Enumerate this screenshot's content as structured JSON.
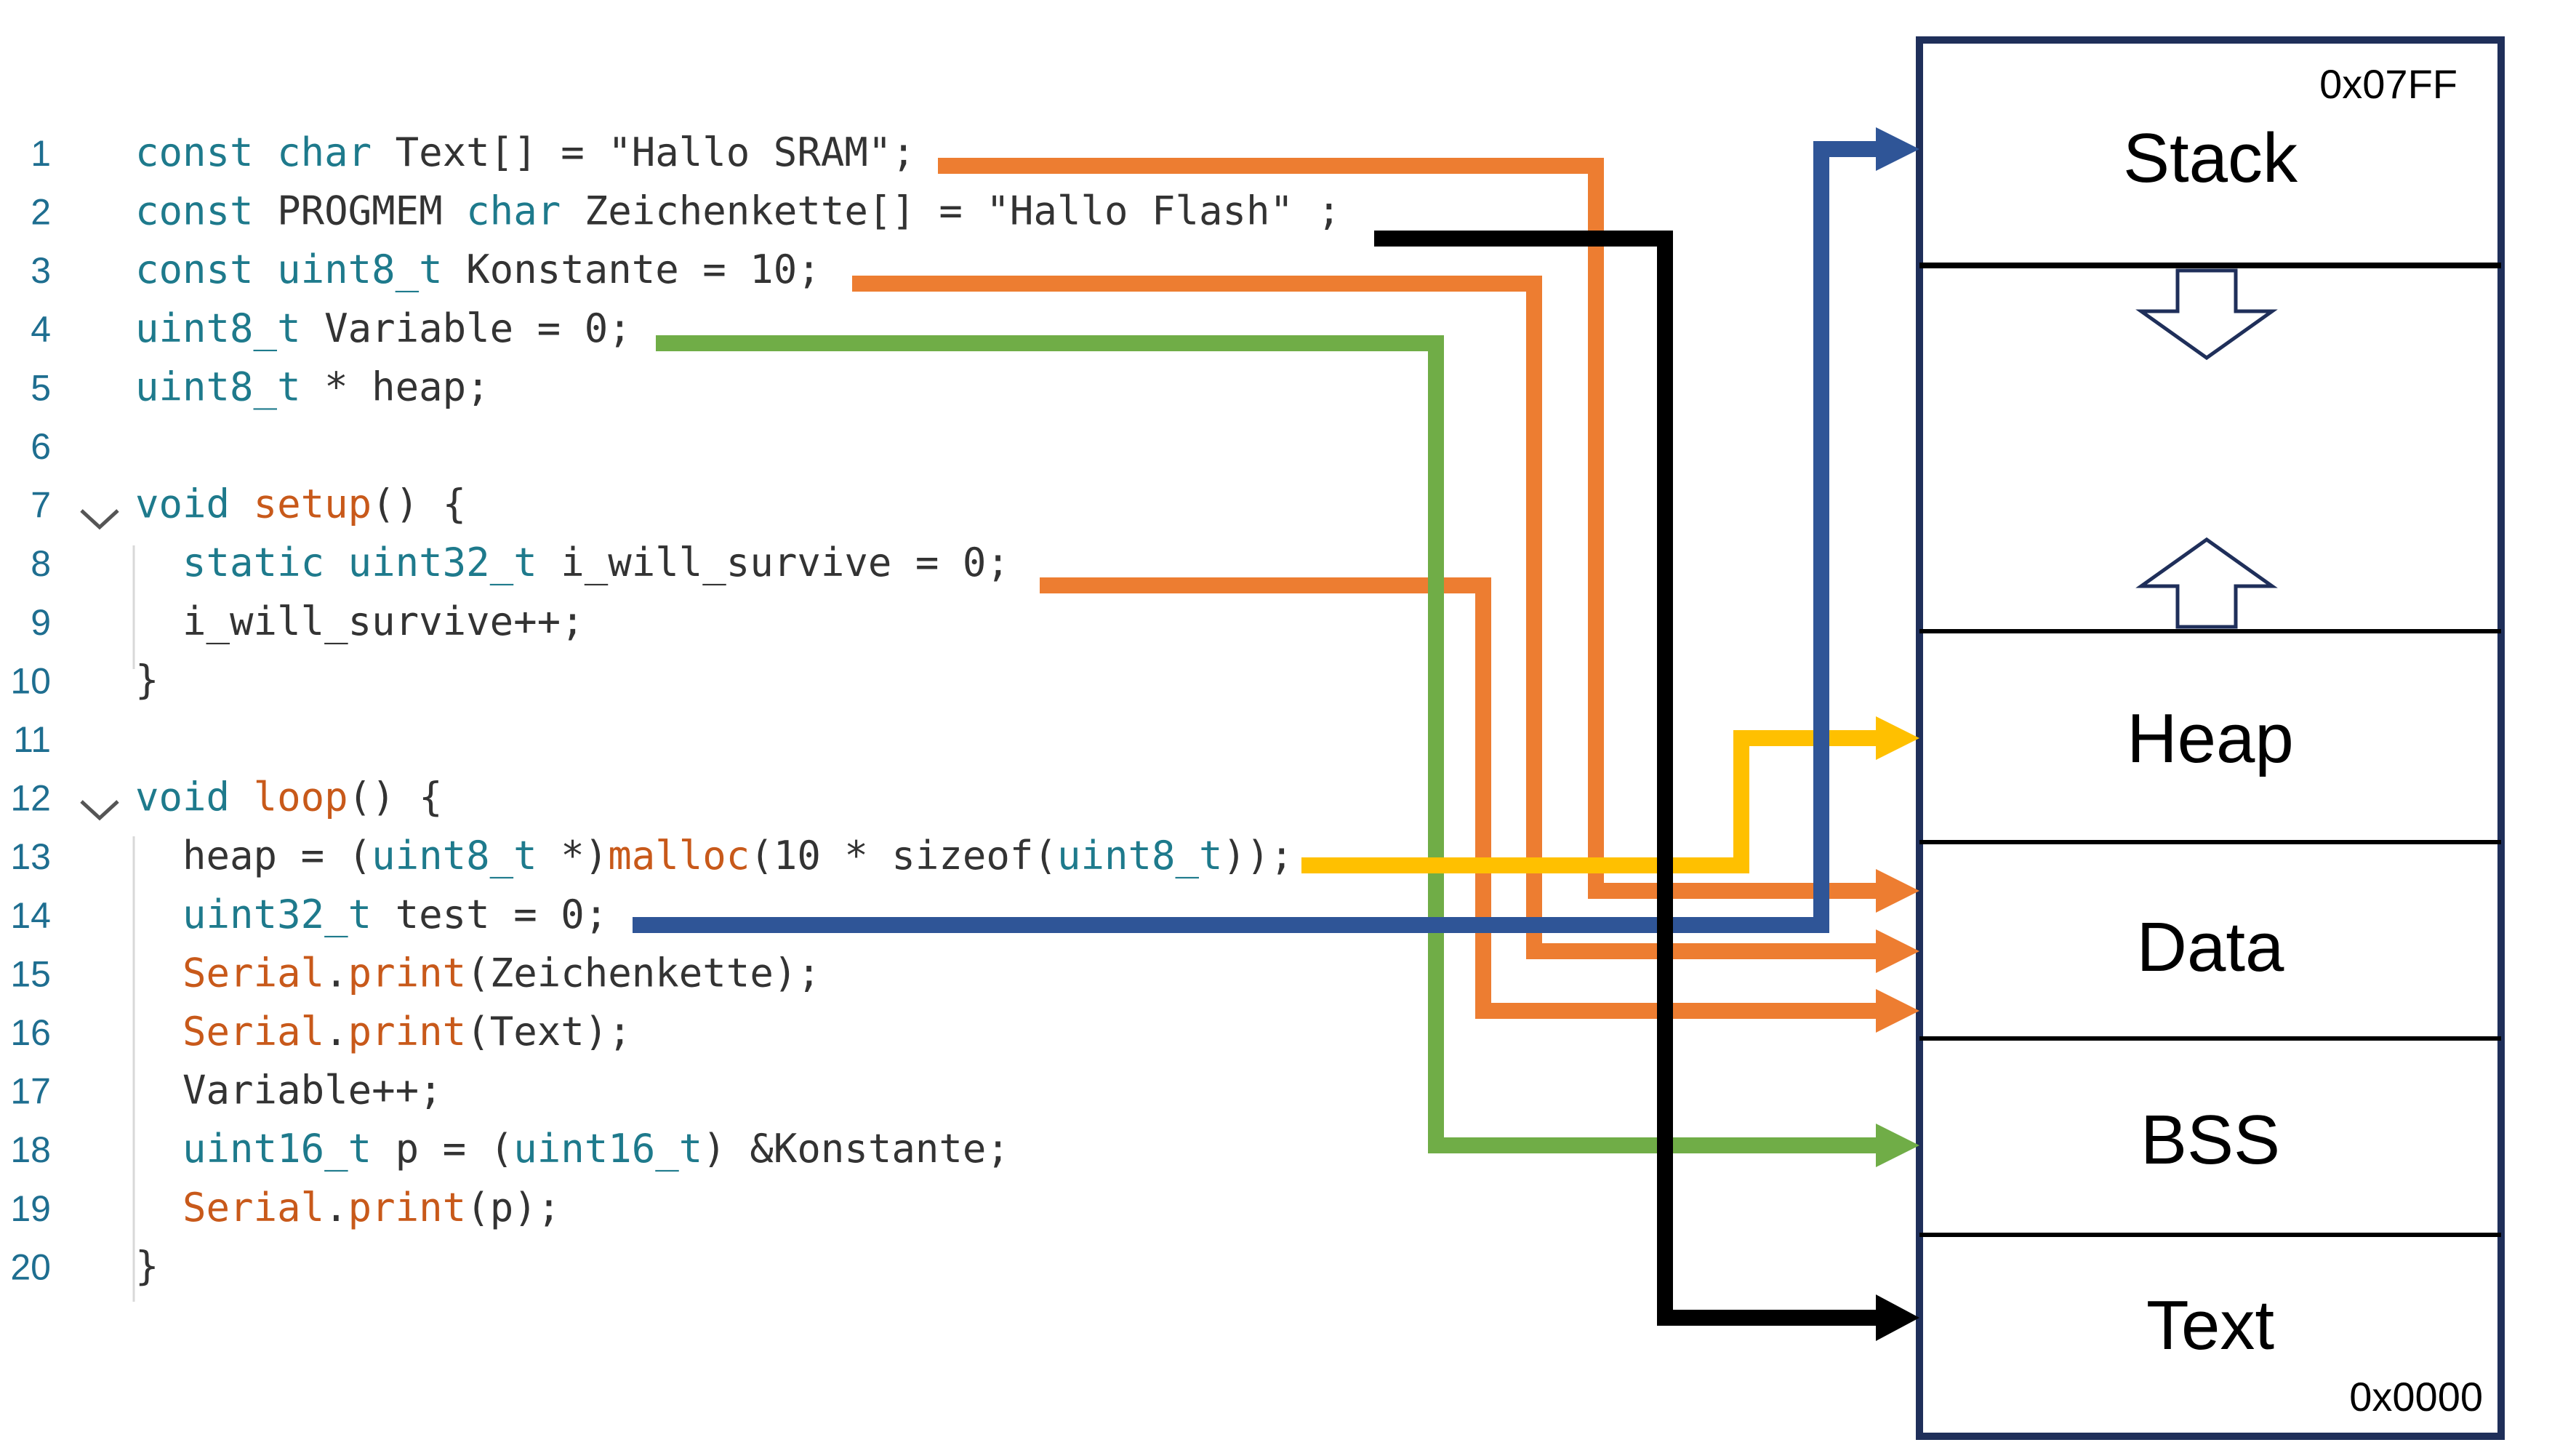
{
  "colors": {
    "keyword": "#1e7a8c",
    "function": "#c8591a",
    "plain": "#333333",
    "line_number": "#1e6e90",
    "memory_border": "#1f2f5a",
    "arrow_orange": "#ed7d31",
    "arrow_black": "#000000",
    "arrow_green": "#70ad47",
    "arrow_yellow": "#ffc000",
    "arrow_blue": "#2f5597"
  },
  "code_lines": [
    {
      "num": "1",
      "tokens": [
        {
          "t": "const",
          "c": "kw"
        },
        {
          "t": " ",
          "c": "p"
        },
        {
          "t": "char",
          "c": "kw"
        },
        {
          "t": " Text[] = \"Hallo SRAM\";",
          "c": "p"
        }
      ]
    },
    {
      "num": "2",
      "tokens": [
        {
          "t": "const",
          "c": "kw"
        },
        {
          "t": " PROGMEM ",
          "c": "p"
        },
        {
          "t": "char",
          "c": "kw"
        },
        {
          "t": " Zeichenkette[] = \"Hallo Flash\" ;",
          "c": "p"
        }
      ]
    },
    {
      "num": "3",
      "tokens": [
        {
          "t": "const",
          "c": "kw"
        },
        {
          "t": " ",
          "c": "p"
        },
        {
          "t": "uint8_t",
          "c": "kw"
        },
        {
          "t": " Konstante = 10;",
          "c": "p"
        }
      ]
    },
    {
      "num": "4",
      "tokens": [
        {
          "t": "uint8_t",
          "c": "kw"
        },
        {
          "t": " Variable = 0;",
          "c": "p"
        }
      ]
    },
    {
      "num": "5",
      "tokens": [
        {
          "t": "uint8_t",
          "c": "kw"
        },
        {
          "t": " * heap;",
          "c": "p"
        }
      ]
    },
    {
      "num": "6",
      "tokens": []
    },
    {
      "num": "7",
      "tokens": [
        {
          "t": "void",
          "c": "kw"
        },
        {
          "t": " ",
          "c": "p"
        },
        {
          "t": "setup",
          "c": "fn"
        },
        {
          "t": "() {",
          "c": "p"
        }
      ]
    },
    {
      "num": "8",
      "tokens": [
        {
          "t": "  ",
          "c": "p"
        },
        {
          "t": "static",
          "c": "kw"
        },
        {
          "t": " ",
          "c": "p"
        },
        {
          "t": "uint32_t",
          "c": "kw"
        },
        {
          "t": " i_will_survive = 0;",
          "c": "p"
        }
      ]
    },
    {
      "num": "9",
      "tokens": [
        {
          "t": "  i_will_survive++;",
          "c": "p"
        }
      ]
    },
    {
      "num": "10",
      "tokens": [
        {
          "t": "}",
          "c": "p"
        }
      ]
    },
    {
      "num": "11",
      "tokens": []
    },
    {
      "num": "12",
      "tokens": [
        {
          "t": "void",
          "c": "kw"
        },
        {
          "t": " ",
          "c": "p"
        },
        {
          "t": "loop",
          "c": "fn"
        },
        {
          "t": "() {",
          "c": "p"
        }
      ]
    },
    {
      "num": "13",
      "tokens": [
        {
          "t": "  heap = (",
          "c": "p"
        },
        {
          "t": "uint8_t",
          "c": "kw"
        },
        {
          "t": " *)",
          "c": "p"
        },
        {
          "t": "malloc",
          "c": "fn"
        },
        {
          "t": "(10 * sizeof(",
          "c": "p"
        },
        {
          "t": "uint8_t",
          "c": "kw"
        },
        {
          "t": "));",
          "c": "p"
        }
      ]
    },
    {
      "num": "14",
      "tokens": [
        {
          "t": "  ",
          "c": "p"
        },
        {
          "t": "uint32_t",
          "c": "kw"
        },
        {
          "t": " test = 0;",
          "c": "p"
        }
      ]
    },
    {
      "num": "15",
      "tokens": [
        {
          "t": "  ",
          "c": "p"
        },
        {
          "t": "Serial",
          "c": "fn"
        },
        {
          "t": ".",
          "c": "p"
        },
        {
          "t": "print",
          "c": "fn"
        },
        {
          "t": "(Zeichenkette);",
          "c": "p"
        }
      ]
    },
    {
      "num": "16",
      "tokens": [
        {
          "t": "  ",
          "c": "p"
        },
        {
          "t": "Serial",
          "c": "fn"
        },
        {
          "t": ".",
          "c": "p"
        },
        {
          "t": "print",
          "c": "fn"
        },
        {
          "t": "(Text);",
          "c": "p"
        }
      ]
    },
    {
      "num": "17",
      "tokens": [
        {
          "t": "  Variable++;",
          "c": "p"
        }
      ]
    },
    {
      "num": "18",
      "tokens": [
        {
          "t": "  ",
          "c": "p"
        },
        {
          "t": "uint16_t",
          "c": "kw"
        },
        {
          "t": " p = (",
          "c": "p"
        },
        {
          "t": "uint16_t",
          "c": "kw"
        },
        {
          "t": ") &Konstante;",
          "c": "p"
        }
      ]
    },
    {
      "num": "19",
      "tokens": [
        {
          "t": "  ",
          "c": "p"
        },
        {
          "t": "Serial",
          "c": "fn"
        },
        {
          "t": ".",
          "c": "p"
        },
        {
          "t": "print",
          "c": "fn"
        },
        {
          "t": "(p);",
          "c": "p"
        }
      ]
    },
    {
      "num": "20",
      "tokens": [
        {
          "t": "}",
          "c": "p"
        }
      ]
    }
  ],
  "fold_icon": "chevron-down-icon",
  "memory": {
    "top_address": "0x07FF",
    "bottom_address": "0x0000",
    "segments": [
      "Stack",
      "",
      "Heap",
      "Data",
      "BSS",
      "Text"
    ],
    "growth_arrows": [
      "arrow-down-icon",
      "arrow-up-icon"
    ]
  },
  "mappings": [
    {
      "from_line": "1",
      "to": "Data",
      "color": "arrow_orange"
    },
    {
      "from_line": "2",
      "to": "Text",
      "color": "arrow_black"
    },
    {
      "from_line": "3",
      "to": "Data",
      "color": "arrow_orange"
    },
    {
      "from_line": "4",
      "to": "BSS",
      "color": "arrow_green"
    },
    {
      "from_line": "8",
      "to": "Data",
      "color": "arrow_orange"
    },
    {
      "from_line": "13",
      "to": "Heap",
      "color": "arrow_yellow"
    },
    {
      "from_line": "14",
      "to": "Stack",
      "color": "arrow_blue"
    }
  ]
}
